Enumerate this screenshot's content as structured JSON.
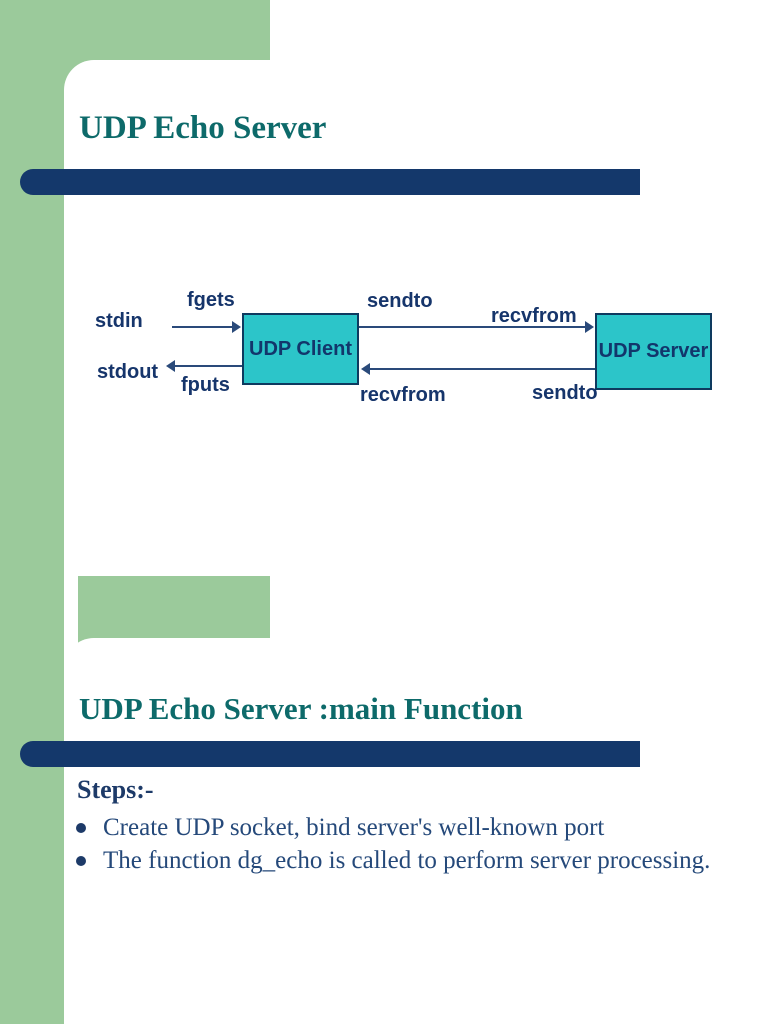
{
  "document": {
    "type": "presentation-slide-page"
  },
  "theme": {
    "green": "#9bca9b",
    "navy_bar": "#14386b",
    "title_teal": "#0d6a6a",
    "box_fill": "#2cc5c9",
    "box_border": "#0e3a5f",
    "diagram_text": "#16356b",
    "body_text": "#25497a"
  },
  "slide1": {
    "title": "UDP Echo Server",
    "diagram": {
      "stdin": "stdin",
      "fgets": "fgets",
      "stdout": "stdout",
      "fputs": "fputs",
      "sendto_top": "sendto",
      "recvfrom_top": "recvfrom",
      "recvfrom_bottom": "recvfrom",
      "sendto_bottom": "sendto",
      "client_box": "UDP Client",
      "server_box": "UDP Server"
    }
  },
  "slide2": {
    "title": "UDP Echo Server :main Function",
    "steps_heading": "Steps:-",
    "bullets": [
      "Create UDP socket, bind server's well-known port",
      "The function dg_echo is called to perform server processing."
    ]
  }
}
